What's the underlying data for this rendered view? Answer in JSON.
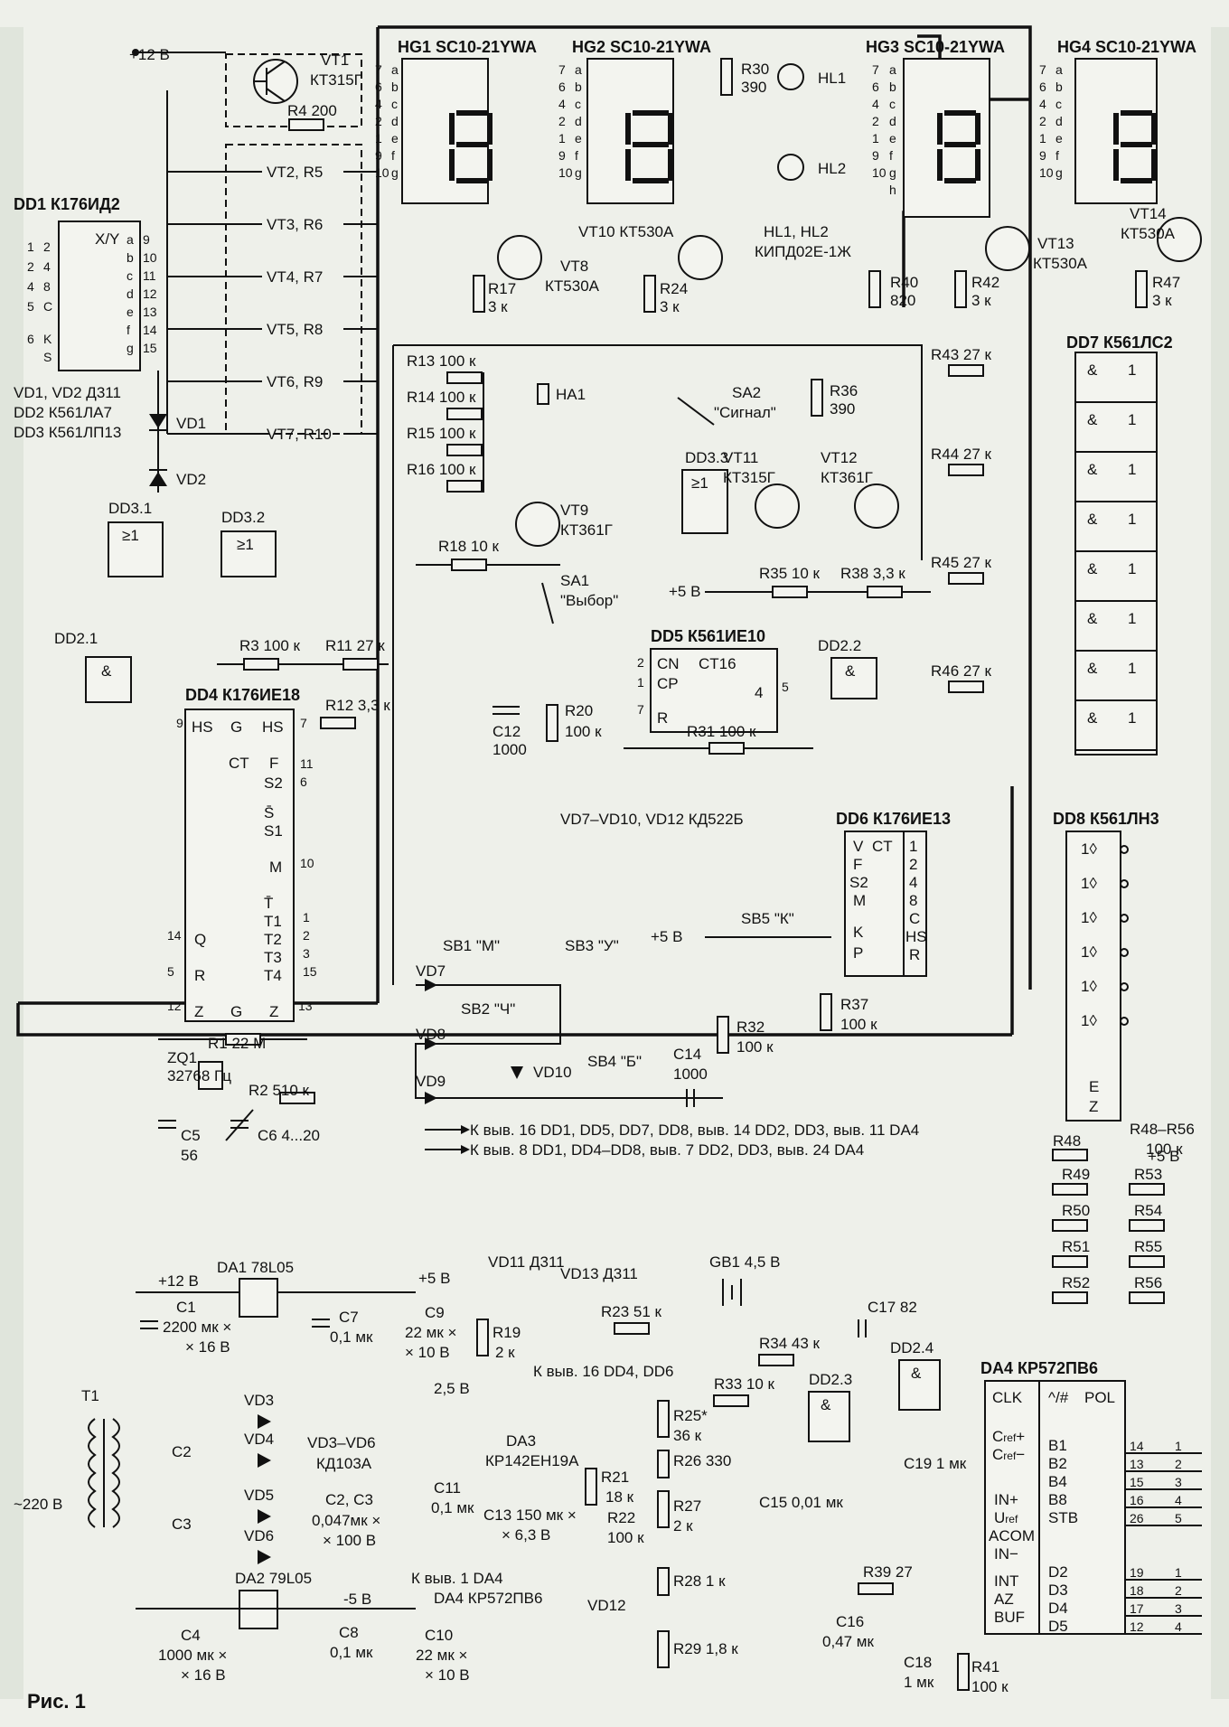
{
  "figure_caption": "Рис. 1",
  "power": {
    "plus12": "+12 В",
    "plus5": "+5 В",
    "minus5": "-5 В",
    "mains": "~220 В",
    "k_vyv_1": "К выв. 16 DD1, DD5, DD7, DD8, выв. 14 DD2, DD3, выв. 11 DA4",
    "k_vyv_2": "К выв. 8 DD1, DD4–DD8, выв. 7 DD2, DD3, выв. 24 DA4",
    "k_vyv_3": "К выв. 16 DD4, DD6",
    "k_vyv_4": "К выв. 1 DA4",
    "v25": "2,5 В"
  },
  "displays": [
    {
      "id": "HG1",
      "type": "SC10-21YWA",
      "label": "HG1 SC10-21YWA"
    },
    {
      "id": "HG2",
      "type": "SC10-21YWA",
      "label": "HG2 SC10-21YWA"
    },
    {
      "id": "HG3",
      "type": "SC10-21YWA",
      "label": "HG3 SC10-21YWA"
    },
    {
      "id": "HG4",
      "type": "SC10-21YWA",
      "label": "HG4 SC10-21YWA"
    }
  ],
  "seg_letters": [
    "a",
    "b",
    "c",
    "d",
    "e",
    "f",
    "g"
  ],
  "seg_letters_h": [
    "a",
    "b",
    "c",
    "d",
    "e",
    "f",
    "g",
    "h"
  ],
  "hg_pins": [
    "7",
    "6",
    "4",
    "2",
    "1",
    "9",
    "10"
  ],
  "transistors": {
    "vt1": "VT1",
    "vt1_type": "КТ315Г",
    "vt2": "VT2, R5",
    "vt3": "VT3, R6",
    "vt4": "VT4, R7",
    "vt5": "VT5, R8",
    "vt6": "VT6, R9",
    "vt7": "VT7, R10",
    "vt8": "VT8",
    "vt8_type": "КТ530А",
    "vt9": "VT9",
    "vt9_type": "КТ361Г",
    "vt10": "VT10 КТ530А",
    "vt11": "VT11",
    "vt11_type": "КТ315Г",
    "vt12": "VT12",
    "vt12_type": "КТ361Г",
    "vt13": "VT13",
    "vt13_type": "КТ530А",
    "vt14": "VT14",
    "vt14_type": "КТ530А"
  },
  "chips": {
    "dd1": "DD1 К176ИД2",
    "dd1_note": "VD1, VD2 Д311\nDD2 К561ЛА7\nDD3 К561ЛП13",
    "dd1_n1": "VD1, VD2 Д311",
    "dd1_n2": "DD2 К561ЛА7",
    "dd1_n3": "DD3 К561ЛП13",
    "dd31": "DD3.1",
    "dd32": "DD3.2",
    "dd33": "DD3.3",
    "dd21": "DD2.1",
    "dd22": "DD2.2",
    "dd23": "DD2.3",
    "dd24": "DD2.4",
    "dd4": "DD4 К176ИЕ18",
    "dd5": "DD5 К561ИЕ10",
    "dd6": "DD6 К176ИЕ13",
    "dd7": "DD7 К561ЛС2",
    "dd8": "DD8 К561ЛН3",
    "da1": "DA1 78L05",
    "da2": "DA2 79L05",
    "da3": "DA3",
    "da3_type": "КР142ЕН19А",
    "da4": "DA4 КР572ПВ6",
    "xy": "X/Y",
    "ct": "CT",
    "ct16": "CT16",
    "ge1": "≥1",
    "amp": "&"
  },
  "resistors": {
    "r4": "R4 200",
    "r3": "R3 100 к",
    "r11": "R11 27 к",
    "r12": "R12 3,3 к",
    "r1": "R1 22 М",
    "r2": "R2 510 к",
    "r13": "R13 100 к",
    "r14": "R14 100 к",
    "r15": "R15 100 к",
    "r16": "R16 100 к",
    "r17": "R17",
    "r17v": "3 к",
    "r18": "R18 10 к",
    "r20": "R20",
    "r20v": "100 к",
    "r24": "R24",
    "r24v": "3 к",
    "r30": "R30",
    "r30v": "390",
    "r31": "R31 100 к",
    "r35": "R35 10 к",
    "r36": "R36",
    "r36v": "390",
    "r38": "R38 3,3 к",
    "r40": "R40",
    "r40v": "820",
    "r42": "R42",
    "r42v": "3 к",
    "r47": "R47",
    "r47v": "3 к",
    "r43": "R43 27 к",
    "r44": "R44 27 к",
    "r45": "R45 27 к",
    "r46": "R46 27 к",
    "r37": "R37",
    "r37v": "100 к",
    "r32": "R32",
    "r32v": "100 к",
    "r48_56": "R48–R56",
    "r48_56v": "100 к",
    "r48": "R48",
    "r49": "R49",
    "r50": "R50",
    "r51": "R51",
    "r52": "R52",
    "r53": "R53",
    "r54": "R54",
    "r55": "R55",
    "r56": "R56",
    "r19": "R19",
    "r19v": "2 к",
    "r23": "R23 51 к",
    "r34": "R34 43 к",
    "r33": "R33 10 к",
    "r25": "R25*",
    "r25v": "36 к",
    "r26": "R26 330",
    "r21": "R21",
    "r21v": "18 к",
    "r22": "R22",
    "r22v": "100 к",
    "r27": "R27",
    "r27v": "2 к",
    "r28": "R28 1 к",
    "r29": "R29 1,8 к",
    "r39": "R39 27",
    "r41": "R41",
    "r41v": "100 к"
  },
  "capacitors": {
    "c12": "C12",
    "c12v": "1000",
    "c14": "C14",
    "c14v": "1000",
    "c5": "C5",
    "c5v": "56",
    "c6": "C6 4...20",
    "c1": "C1",
    "c1v": "2200 мк ×",
    "c1v2": "× 16 В",
    "c7": "C7",
    "c7v": "0,1 мк",
    "c9": "C9",
    "c9v": "22 мк ×",
    "c9v2": "× 10 В",
    "c2": "C2",
    "c3": "C3",
    "c23v": "C2, C3",
    "c23v2": "0,047мк ×",
    "c23v3": "× 100 В",
    "c4": "C4",
    "c4v": "1000 мк ×",
    "c4v2": "× 16 В",
    "c8": "C8",
    "c8v": "0,1 мк",
    "c10": "C10",
    "c10v": "22 мк ×",
    "c10v2": "× 10 В",
    "c11": "C11",
    "c11v": "0,1 мк",
    "c13": "C13 150 мк ×",
    "c13v": "× 6,3 В",
    "c15": "C15 0,01 мк",
    "c16": "C16",
    "c16v": "0,47 мк",
    "c17": "C17 82",
    "c18": "C18",
    "c18v": "1 мк",
    "c19": "C19 1 мк"
  },
  "diodes": {
    "vd1": "VD1",
    "vd2": "VD2",
    "vd3": "VD3",
    "vd4": "VD4",
    "vd5": "VD5",
    "vd6": "VD6",
    "vd36": "VD3–VD6",
    "vd36t": "КД103А",
    "vd7": "VD7",
    "vd8": "VD8",
    "vd9": "VD9",
    "vd10": "VD10",
    "vd12": "VD12",
    "vd710": "VD7–VD10, VD12 КД522Б",
    "vd11": "VD11 Д311",
    "vd13": "VD13 Д311",
    "hl1": "HL1",
    "hl2": "HL2",
    "hl12": "HL1, HL2",
    "hl12t": "КИПД02Е-1Ж"
  },
  "misc": {
    "ha1": "HA1",
    "sa1": "SA1",
    "sa1n": "\"Выбор\"",
    "sa2": "SA2",
    "sa2n": "\"Сигнал\"",
    "sb1": "SB1 \"М\"",
    "sb2": "SB2 \"Ч\"",
    "sb3": "SB3 \"У\"",
    "sb4": "SB4 \"Б\"",
    "sb5": "SB5 \"К\"",
    "zq1": "ZQ1",
    "zq1v": "32768 Гц",
    "gb1": "GB1 4,5 В",
    "t1": "T1"
  }
}
